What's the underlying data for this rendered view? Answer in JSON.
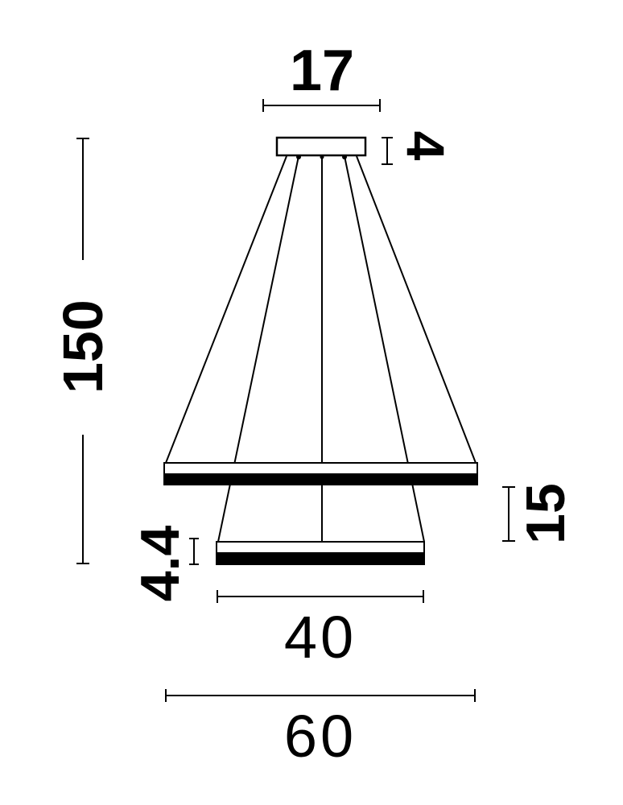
{
  "diagram": {
    "subject": "two-ring LED pendant light dimension drawing",
    "colors": {
      "line": "#000000",
      "background": "#ffffff"
    },
    "dimensions": {
      "canopy_width": "17",
      "canopy_height": "4",
      "total_height": "150",
      "ring_spacing": "15",
      "ring_thickness": "4.4",
      "small_ring_diameter": "40",
      "large_ring_diameter": "60"
    }
  }
}
